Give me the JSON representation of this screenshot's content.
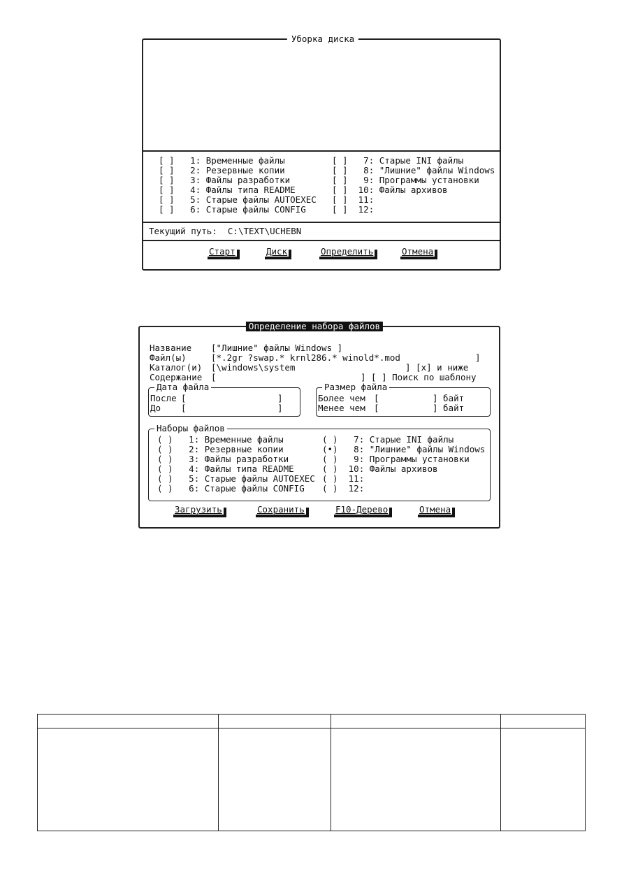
{
  "disk_cleanup": {
    "title": "Уборка диска",
    "left_items": [
      {
        "mark": "[ ]",
        "num": " 1:",
        "label": "Временные файлы"
      },
      {
        "mark": "[ ]",
        "num": " 2:",
        "label": "Резервные копии"
      },
      {
        "mark": "[ ]",
        "num": " 3:",
        "label": "Файлы разработки"
      },
      {
        "mark": "[ ]",
        "num": " 4:",
        "label": "Файлы типа README"
      },
      {
        "mark": "[ ]",
        "num": " 5:",
        "label": "Старые файлы AUTOEXEC"
      },
      {
        "mark": "[ ]",
        "num": " 6:",
        "label": "Старые файлы CONFIG"
      }
    ],
    "right_items": [
      {
        "mark": "[ ]",
        "num": " 7:",
        "label": "Старые INI файлы"
      },
      {
        "mark": "[ ]",
        "num": " 8:",
        "label": "\"Лишние\" файлы Windows"
      },
      {
        "mark": "[ ]",
        "num": " 9:",
        "label": "Программы установки"
      },
      {
        "mark": "[ ]",
        "num": "10:",
        "label": "Файлы архивов"
      },
      {
        "mark": "[ ]",
        "num": "11:",
        "label": ""
      },
      {
        "mark": "[ ]",
        "num": "12:",
        "label": ""
      }
    ],
    "path_label": "Текущий путь:",
    "path_value": "C:\\TEXT\\UCHEBN",
    "buttons": {
      "start": "Старт",
      "disk": "Диск",
      "define": "Определить",
      "cancel": "Отмена"
    }
  },
  "file_set": {
    "title": "Определение набора файлов",
    "name_label": "Название",
    "name_value": "[\"Лишние\" файлы Windows ]",
    "files_label": "Файл(ы)",
    "files_value": "[*.2gr ?swap.* krnl286.* winold*.mod",
    "files_end": "]",
    "catalog_label": "Каталог(и)",
    "catalog_value": "[\\windows\\system",
    "catalog_end": "] [x] и ниже",
    "content_label": "Содержание",
    "content_value": "[",
    "content_end": "] [ ] Поиск по шаблону",
    "date_group": {
      "title": "Дата файла",
      "after_label": "После",
      "after_value": "[",
      "after_end": "]",
      "before_label": "До",
      "before_value": "[",
      "before_end": "]"
    },
    "size_group": {
      "title": "Размер файла",
      "more_label": "Более чем",
      "more_value": "[",
      "more_end": "] байт",
      "less_label": "Менее чем",
      "less_value": "[",
      "less_end": "] байт"
    },
    "sets_group": {
      "title": "Наборы файлов",
      "left_items": [
        {
          "mark": "( )",
          "num": " 1:",
          "label": "Временные файлы"
        },
        {
          "mark": "( )",
          "num": " 2:",
          "label": "Резервные копии"
        },
        {
          "mark": "( )",
          "num": " 3:",
          "label": "Файлы разработки"
        },
        {
          "mark": "( )",
          "num": " 4:",
          "label": "Файлы типа README"
        },
        {
          "mark": "( )",
          "num": " 5:",
          "label": "Старые файлы AUTOEXEC"
        },
        {
          "mark": "( )",
          "num": " 6:",
          "label": "Старые файлы CONFIG"
        }
      ],
      "right_items": [
        {
          "mark": "( )",
          "num": " 7:",
          "label": "Старые INI файлы"
        },
        {
          "mark": "(•)",
          "num": " 8:",
          "label": "\"Лишние\" файлы Windows"
        },
        {
          "mark": "( )",
          "num": " 9:",
          "label": "Программы установки"
        },
        {
          "mark": "( )",
          "num": "10:",
          "label": "Файлы архивов"
        },
        {
          "mark": "( )",
          "num": "11:",
          "label": ""
        },
        {
          "mark": "( )",
          "num": "12:",
          "label": ""
        }
      ]
    },
    "buttons": {
      "load": "Загрузить",
      "save": "Сохранить",
      "tree": "F10-Дерево",
      "cancel": "Отмена"
    }
  }
}
